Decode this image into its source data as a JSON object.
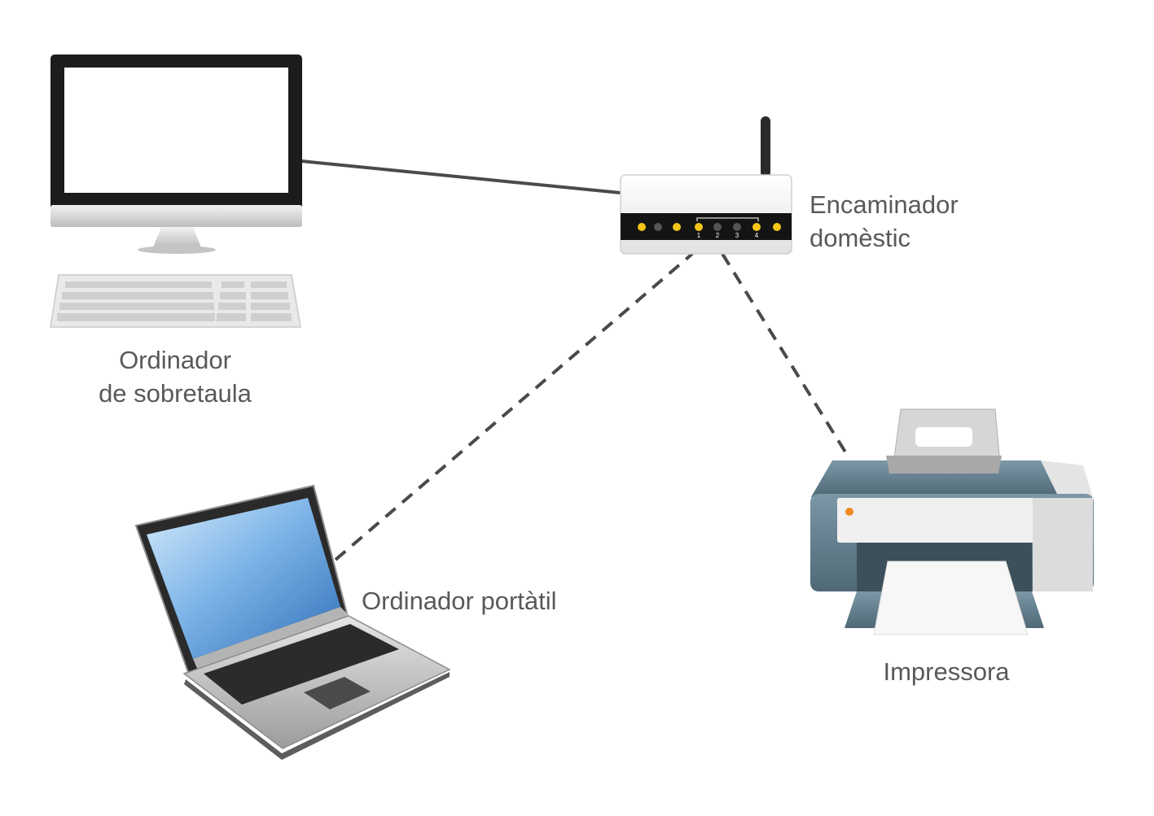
{
  "nodes": {
    "desktop": {
      "label_line1": "Ordinador",
      "label_line2": "de sobretaula",
      "icon": "desktop-computer-icon"
    },
    "router": {
      "label_line1": "Encaminador",
      "label_line2": "domèstic",
      "icon": "wifi-router-icon",
      "port_labels": [
        "1",
        "2",
        "3",
        "4"
      ]
    },
    "laptop": {
      "label": "Ordinador portàtil",
      "icon": "laptop-icon"
    },
    "printer": {
      "label": "Impressora",
      "icon": "printer-icon"
    }
  },
  "connections": [
    {
      "from": "desktop",
      "to": "router",
      "type": "wired"
    },
    {
      "from": "laptop",
      "to": "router",
      "type": "wireless"
    },
    {
      "from": "printer",
      "to": "router",
      "type": "wireless"
    }
  ],
  "colors": {
    "line": "#4a4a4a",
    "label": "#595959",
    "led": "#f5c518",
    "screen_blue": "#4b90d6",
    "printer_body": "#5d7888"
  }
}
